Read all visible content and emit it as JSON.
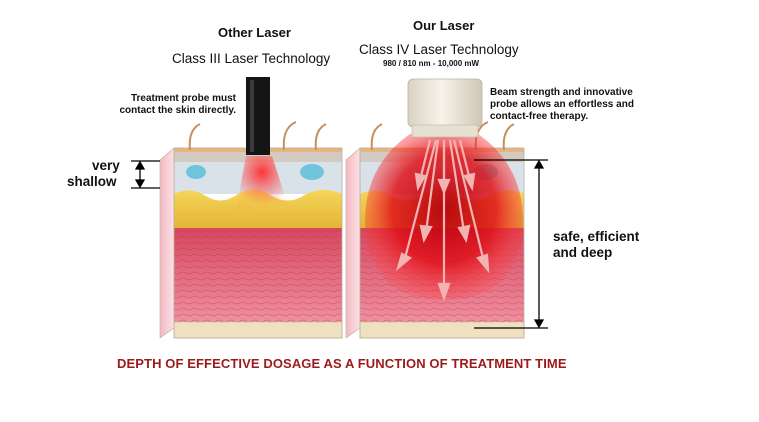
{
  "left_panel": {
    "title": "Other Laser",
    "technology": "Class III Laser Technology",
    "note": "Treatment probe must contact the skin directly.",
    "depth_label_line1": "very",
    "depth_label_line2": "shallow"
  },
  "right_panel": {
    "title": "Our Laser",
    "technology": "Class IV Laser Technology",
    "spec": "980 / 810 nm  -  10,000 mW",
    "note": "Beam strength and innovative probe allows an effortless and contact-free therapy.",
    "depth_label_line1": "safe, efficient",
    "depth_label_line2": "and deep"
  },
  "caption": "DEPTH OF EFFECTIVE DOSAGE AS A FUNCTION OF TREATMENT TIME",
  "colors": {
    "caption": "#9b1b1b",
    "laser": "#e01818",
    "muscle": "#e0607a",
    "fat": "#f0c83c",
    "epidermis": "#e8b07a",
    "base": "#efe0c0"
  }
}
